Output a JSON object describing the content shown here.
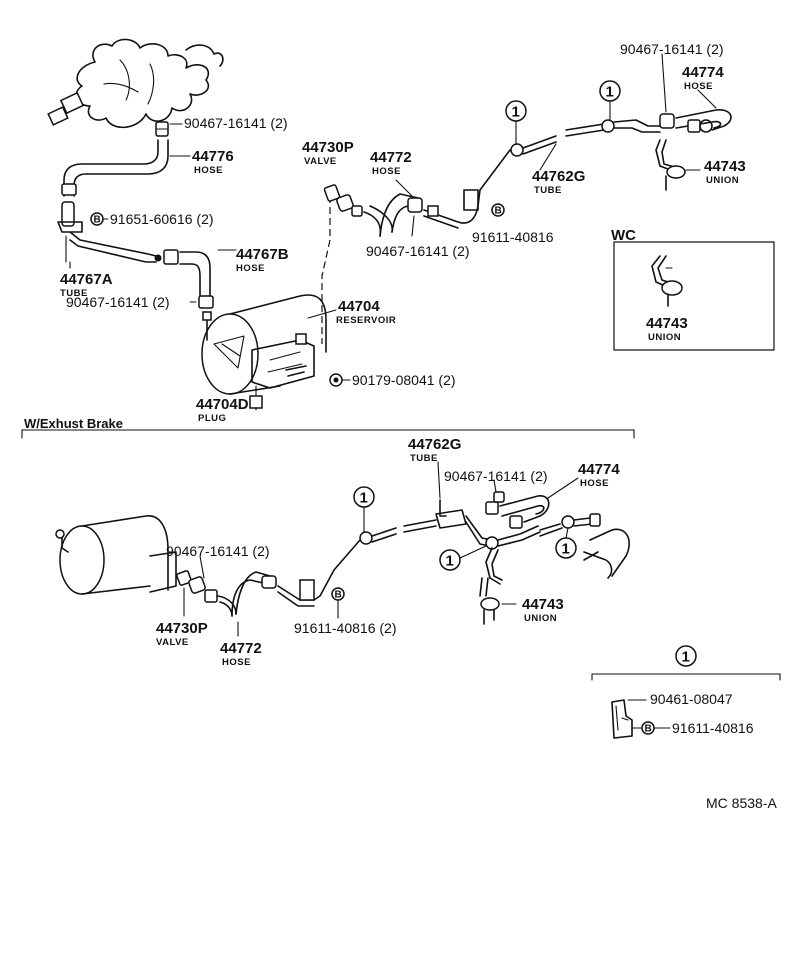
{
  "callouts": {
    "c1": "1",
    "b": "B"
  },
  "top": {
    "p_90467_a": "90467-16141 (2)",
    "p_44774": {
      "num": "44774",
      "sub": "HOSE"
    },
    "p_44776": {
      "num": "44776",
      "sub": "HOSE"
    },
    "p_44730p": {
      "num": "44730P",
      "sub": "VALVE"
    },
    "p_44772": {
      "num": "44772",
      "sub": "HOSE"
    },
    "p_44762g": {
      "num": "44762G",
      "sub": "TUBE"
    },
    "p_44743": {
      "num": "44743",
      "sub": "UNION"
    },
    "p_91651": "91651-60616 (2)",
    "p_44767b": {
      "num": "44767B",
      "sub": "HOSE"
    },
    "p_90467_b": "90467-16141 (2)",
    "p_91611": "91611-40816",
    "p_44767a": {
      "num": "44767A",
      "sub": "TUBE"
    },
    "p_90467_c": "90467-16141 (2)",
    "p_90467_d": "90467-16141 (2)",
    "p_44704": {
      "num": "44704",
      "sub": "RESERVOIR"
    },
    "p_90179": "90179-08041 (2)",
    "p_44704d": {
      "num": "44704D",
      "sub": "PLUG"
    }
  },
  "wc": {
    "label": "WC",
    "p_44743": {
      "num": "44743",
      "sub": "UNION"
    }
  },
  "exhaust_brake": {
    "label": "W/Exhust Brake",
    "p_44762g": {
      "num": "44762G",
      "sub": "TUBE"
    },
    "p_90467_a": "90467-16141 (2)",
    "p_44774": {
      "num": "44774",
      "sub": "HOSE"
    },
    "p_90467_b": "90467-16141 (2)",
    "p_44730p": {
      "num": "44730P",
      "sub": "VALVE"
    },
    "p_44772": {
      "num": "44772",
      "sub": "HOSE"
    },
    "p_91611": "91611-40816 (2)",
    "p_44743": {
      "num": "44743",
      "sub": "UNION"
    }
  },
  "detail_1": {
    "p_90461": "90461-08047",
    "p_91611": "91611-40816"
  },
  "figure_code": "MC 8538-A"
}
